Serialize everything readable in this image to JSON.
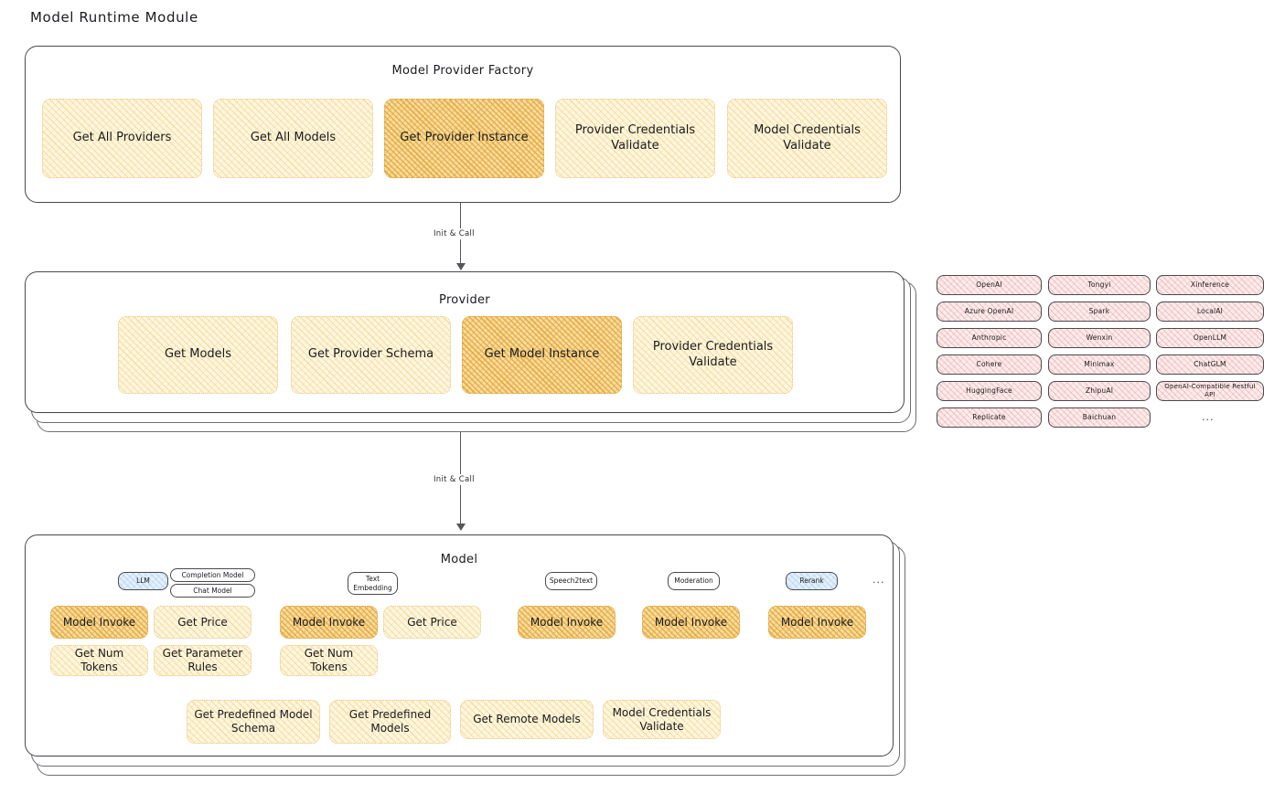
{
  "page": {
    "title": "Model Runtime Module"
  },
  "factory": {
    "title": "Model Provider Factory",
    "items": [
      {
        "label": "Get All Providers",
        "highlight": false
      },
      {
        "label": "Get All Models",
        "highlight": false
      },
      {
        "label": "Get Provider Instance",
        "highlight": true
      },
      {
        "label": "Provider Credentials Validate",
        "highlight": false
      },
      {
        "label": "Model Credentials Validate",
        "highlight": false
      }
    ]
  },
  "connectors": [
    {
      "label": "Init & Call"
    },
    {
      "label": "Init & Call"
    }
  ],
  "provider": {
    "title": "Provider",
    "items": [
      {
        "label": "Get Models",
        "highlight": false
      },
      {
        "label": "Get Provider Schema",
        "highlight": false
      },
      {
        "label": "Get Model Instance",
        "highlight": true
      },
      {
        "label": "Provider Credentials Validate",
        "highlight": false
      }
    ]
  },
  "provider_list": {
    "columns": [
      [
        "OpenAI",
        "Azure OpenAI",
        "Anthropic",
        "Cohere",
        "HuggingFace",
        "Replicate"
      ],
      [
        "Tongyi",
        "Spark",
        "Wenxin",
        "Minimax",
        "ZhipuAI",
        "Baichuan"
      ],
      [
        "Xinference",
        "LocalAI",
        "OpenLLM",
        "ChatGLM",
        "OpenAI-Compatible Restful API"
      ]
    ],
    "more": "..."
  },
  "model": {
    "title": "Model",
    "more": "...",
    "types": [
      {
        "badge": "LLM",
        "badge_style": "blue",
        "sub_badges": [
          "Completion Model",
          "Chat Model"
        ],
        "methods": [
          {
            "label": "Model Invoke",
            "highlight": true
          },
          {
            "label": "Get Price",
            "highlight": false
          },
          {
            "label": "Get Num Tokens",
            "highlight": false
          },
          {
            "label": "Get Parameter Rules",
            "highlight": false
          }
        ]
      },
      {
        "badge": "Text Embedding",
        "badge_style": "plain",
        "sub_badges": [],
        "methods": [
          {
            "label": "Model Invoke",
            "highlight": true
          },
          {
            "label": "Get Price",
            "highlight": false
          },
          {
            "label": "Get Num Tokens",
            "highlight": false
          }
        ]
      },
      {
        "badge": "Speech2text",
        "badge_style": "plain",
        "sub_badges": [],
        "methods": [
          {
            "label": "Model Invoke",
            "highlight": true
          }
        ]
      },
      {
        "badge": "Moderation",
        "badge_style": "plain",
        "sub_badges": [],
        "methods": [
          {
            "label": "Model Invoke",
            "highlight": true
          }
        ]
      },
      {
        "badge": "Rerank",
        "badge_style": "blue",
        "sub_badges": [],
        "methods": [
          {
            "label": "Model Invoke",
            "highlight": true
          }
        ]
      }
    ],
    "common_methods": [
      {
        "label": "Get Predefined Model Schema"
      },
      {
        "label": "Get Predefined Models"
      },
      {
        "label": "Get Remote Models"
      },
      {
        "label": "Model Credentials Validate"
      }
    ]
  },
  "colors": {
    "cream": "#fdf6e0",
    "gold": "#f8dca0",
    "pink": "#fcecec",
    "blue": "#e3f0fb",
    "stroke": "#4a4a4f"
  }
}
